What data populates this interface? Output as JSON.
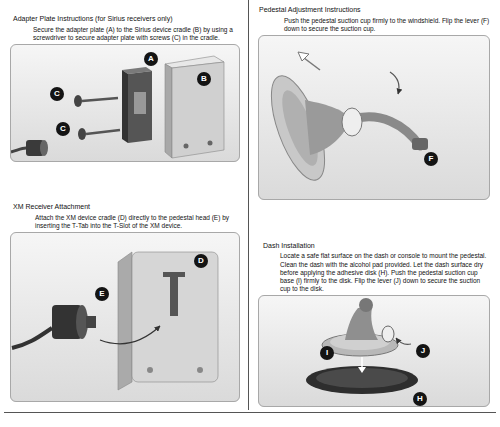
{
  "diagram": {
    "nodes": [
      {
        "text": [
          "Adapter Plate Instructions (for Sirius receivers only)",
          "Secure the adapter plate (A) to the Sirius device cradle (B) by using a screwdriver to secure adapter plate with screws (C) in the cradle."
        ]
      },
      {
        "text": [
          "A"
        ],
        "in": 0
      },
      {
        "text": [
          "B"
        ],
        "in": 0
      },
      {
        "text": [
          "C"
        ],
        "in": 0
      },
      {
        "text": [
          "C"
        ],
        "in": 0
      },
      {
        "text": [
          "XM Receiver Attachment",
          "Attach the XM device cradle (D) directly to the pedestal head (E) by inserting the T-Tab into the T-Slot of the XM device."
        ]
      },
      {
        "text": [
          "E"
        ],
        "in": 5
      },
      {
        "text": [
          "D"
        ],
        "in": 5
      },
      {
        "text": [
          "Pedestal Adjustment Instructions",
          "Push the pedestal suction cup firmly to the windshield. Flip the lever (F) down to secure the suction cup."
        ]
      },
      {
        "text": [
          "F"
        ],
        "in": 8
      },
      {
        "text": [
          "Dash Installation",
          "Locate a safe flat surface on the dash or console to mount the pedestal. Clean the dash with the alcohol pad provided. Let the dash surface dry before applying the adhesive disk (H). Push the pedestal suction cup base (I) firmly to the disk. Flip the lever (J) down to secure the suction cup to the disk."
        ]
      },
      {
        "text": [
          "J"
        ],
        "in": 10
      },
      {
        "text": [
          "I"
        ],
        "in": 10
      },
      {
        "text": [
          "H"
        ],
        "in": 10
      }
    ]
  }
}
